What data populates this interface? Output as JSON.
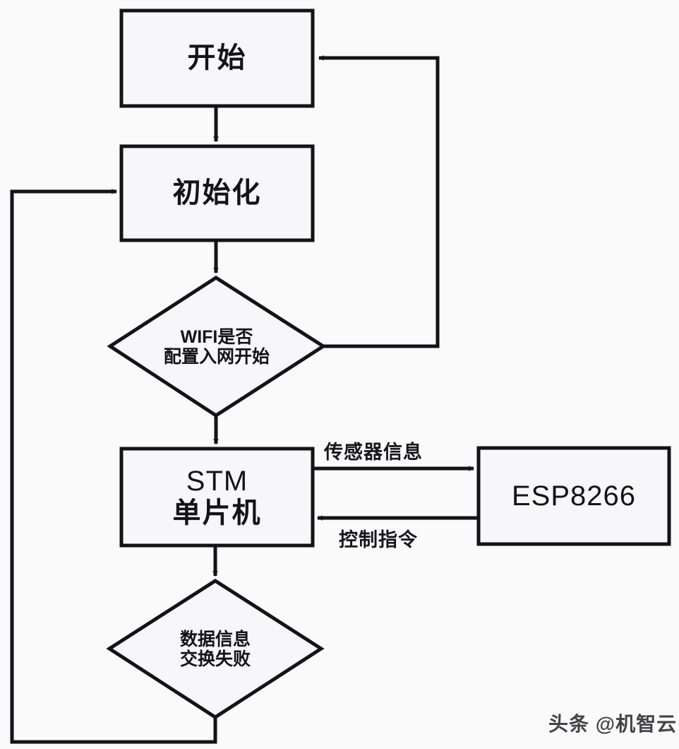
{
  "diagram": {
    "title_text": "",
    "background_color": "#fafafb",
    "stroke_color": "#141318",
    "nodes": {
      "start": {
        "label": "开始",
        "shape": "rectangle"
      },
      "init": {
        "label": "初始化",
        "shape": "rectangle"
      },
      "wifi_decision": {
        "line1": "WIFI是否",
        "line2": "配置入网开始",
        "shape": "diamond"
      },
      "mcu": {
        "line1": "STM",
        "line2": "单片机",
        "shape": "rectangle"
      },
      "esp": {
        "label": "ESP8266",
        "shape": "rectangle"
      },
      "data_decision": {
        "line1": "数据信息",
        "line2": "交换失败",
        "shape": "diamond"
      }
    },
    "edges": {
      "sensor_info": "传感器信息",
      "control_command": "控制指令"
    }
  },
  "watermark": {
    "text": "头条 @机智云"
  }
}
